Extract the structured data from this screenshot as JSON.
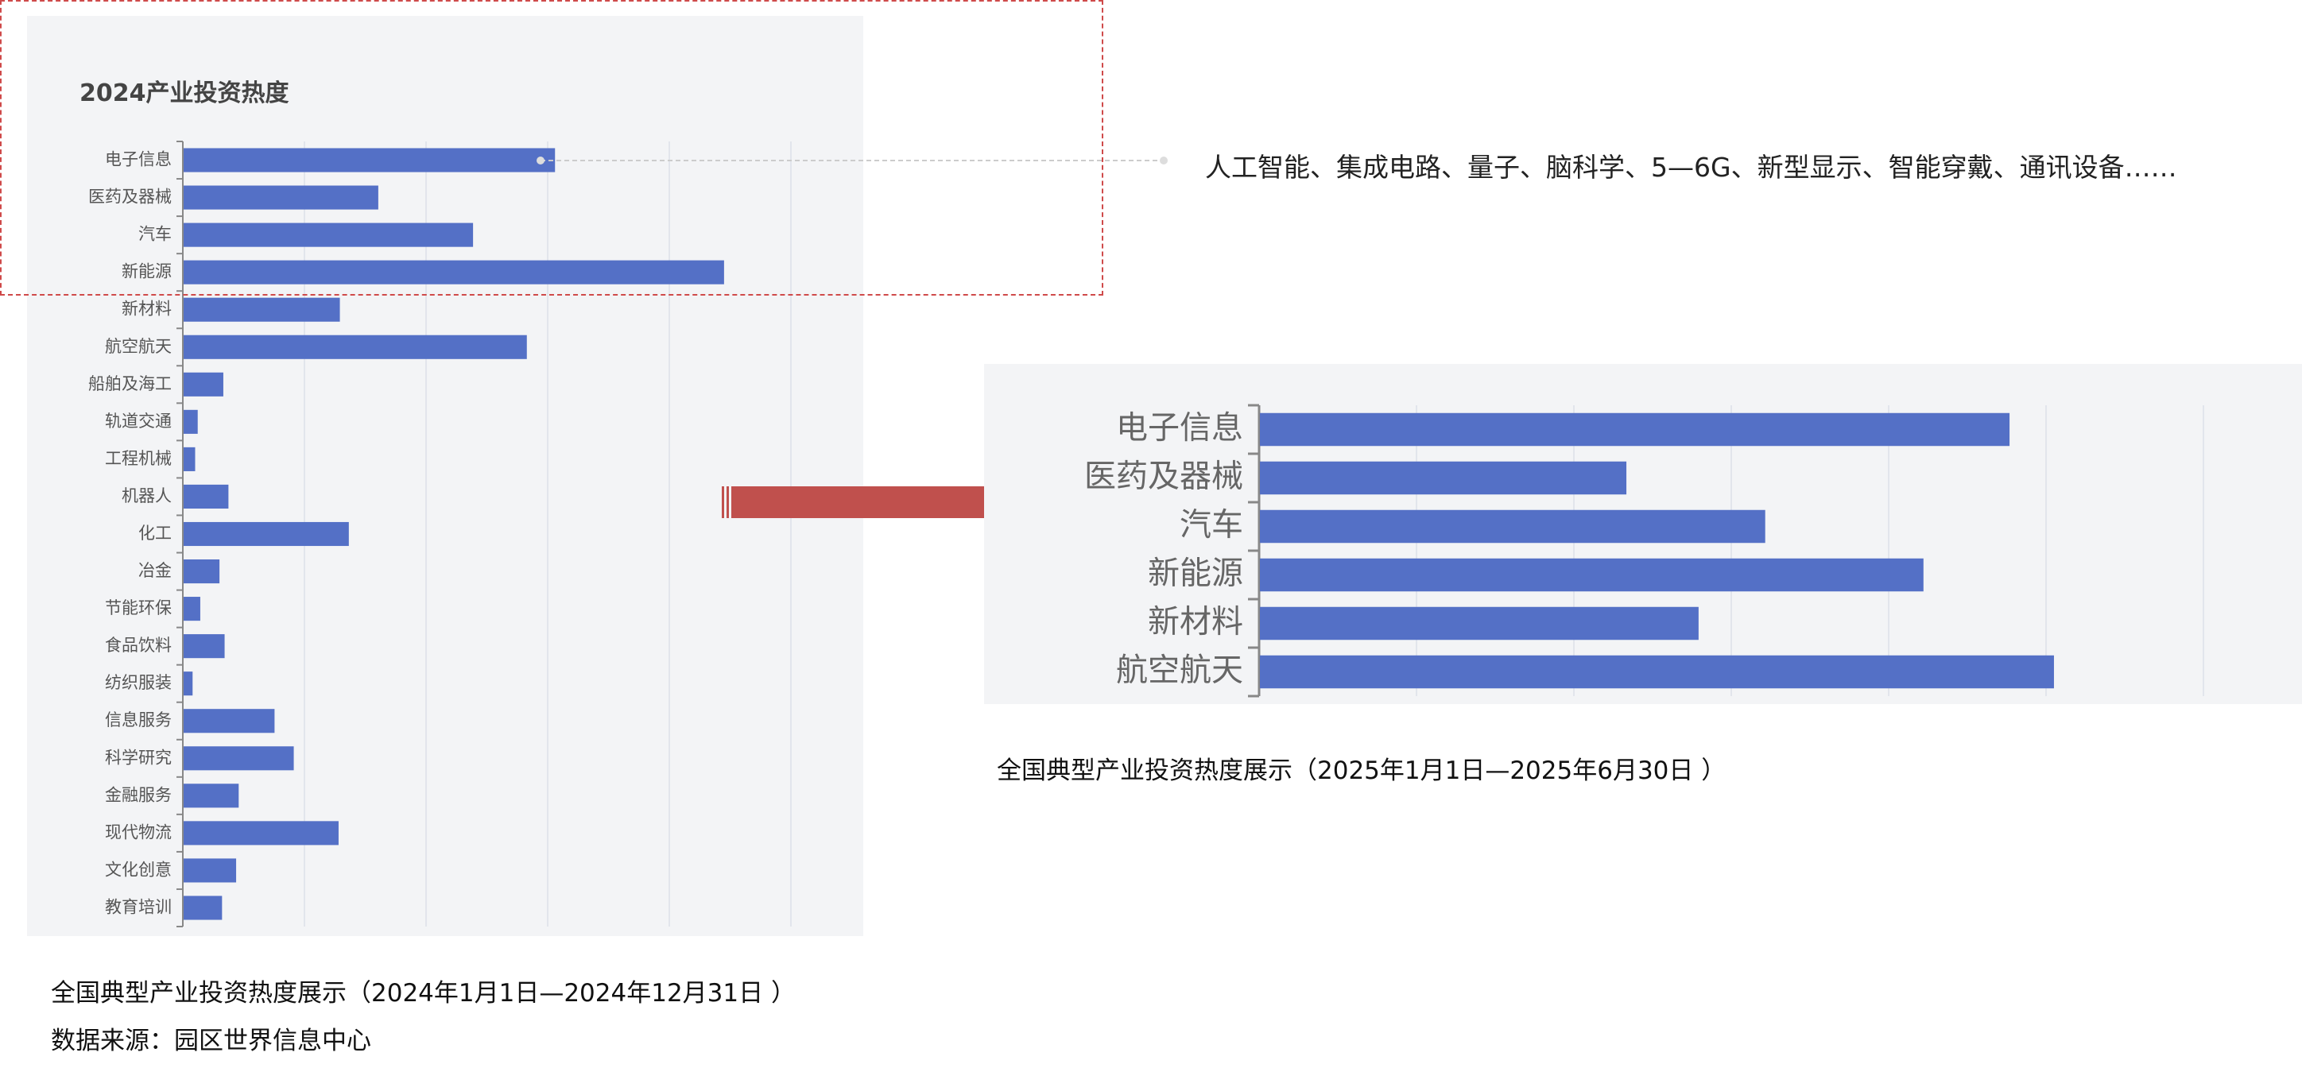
{
  "chart_data": [
    {
      "type": "bar",
      "orientation": "horizontal",
      "title": "2024产业投资热度",
      "categories": [
        "电子信息",
        "医药及器械",
        "汽车",
        "新能源",
        "新材料",
        "航空航天",
        "船舶及海工",
        "轨道交通",
        "工程机械",
        "机器人",
        "化工",
        "冶金",
        "节能环保",
        "食品饮料",
        "纺织服装",
        "信息服务",
        "科学研究",
        "金融服务",
        "现代物流",
        "文化创意",
        "教育培训"
      ],
      "values": [
        29,
        15.2,
        22.6,
        42.2,
        12.2,
        26.8,
        3.1,
        1.1,
        0.9,
        3.5,
        12.9,
        2.8,
        1.3,
        3.2,
        0.7,
        7.1,
        8.6,
        4.3,
        12.1,
        4.1,
        3
      ]
    },
    {
      "type": "bar",
      "orientation": "horizontal",
      "title": "",
      "categories": [
        "电子信息",
        "医药及器械",
        "汽车",
        "新能源",
        "新材料",
        "航空航天"
      ],
      "values": [
        27,
        13.2,
        18.2,
        23.9,
        15.8,
        28.6
      ]
    }
  ],
  "annotation": "人工智能、集成电路、量子、脑科学、5—6G、新型显示、智能穿戴、通讯设备……",
  "captions": {
    "left": "全国典型产业投资热度展示（2024年1月1日—2024年12月31日 ）",
    "source": "数据来源：园区世界信息中心",
    "right": "全国典型产业投资热度展示（2025年1月1日—2025年6月30日 ）"
  },
  "colors": {
    "bar": "#5470c6",
    "arrow": "#c0504d",
    "panel": "#f3f4f6",
    "highlight": "#cf4a4a"
  }
}
